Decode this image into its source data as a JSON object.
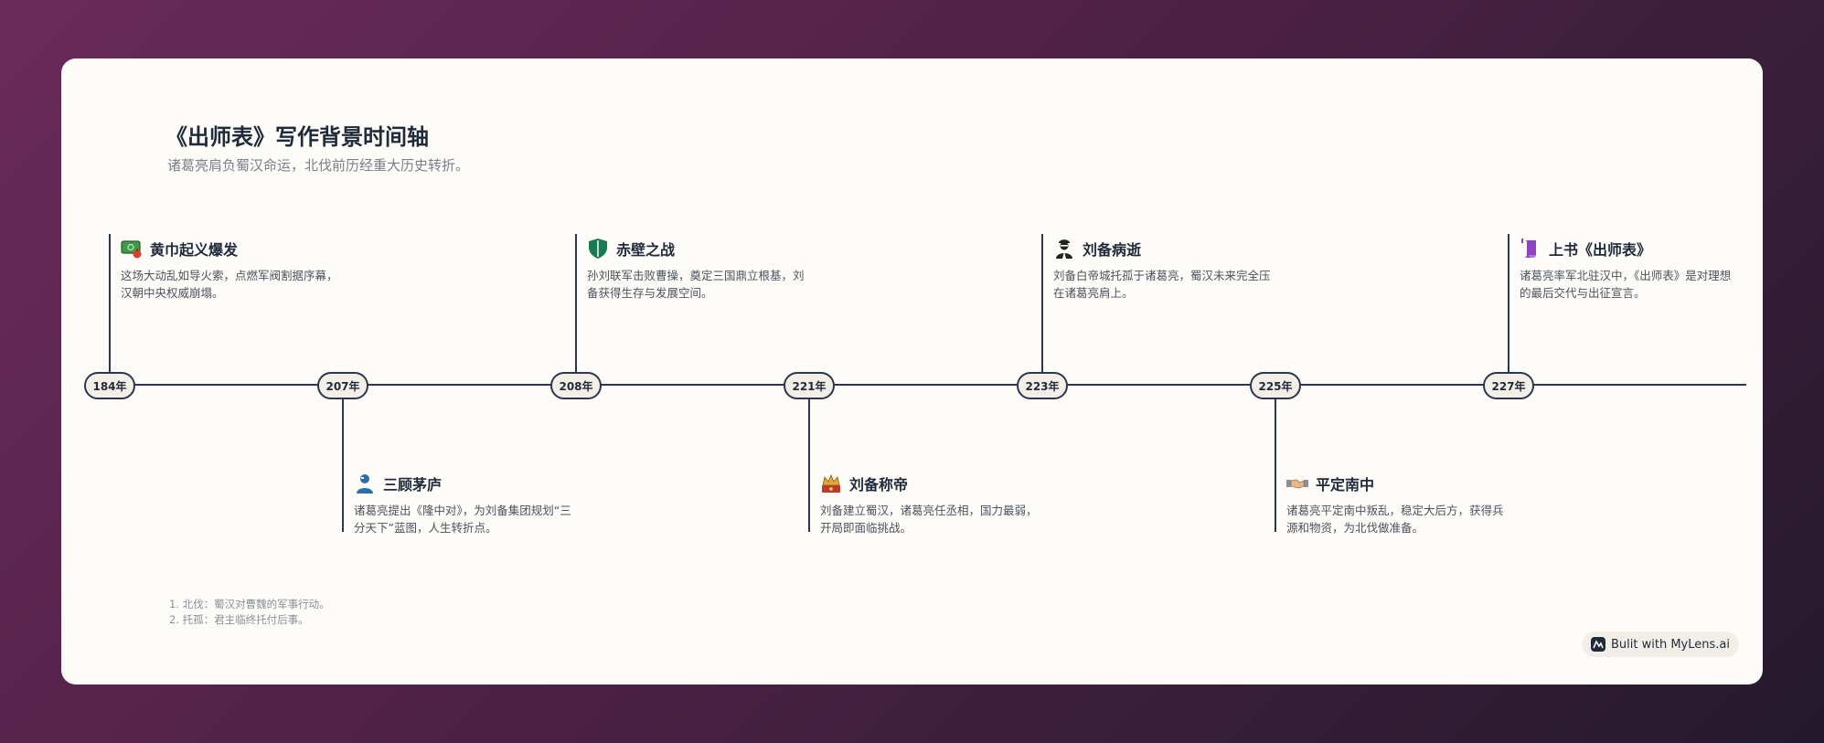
{
  "title": "《出师表》写作背景时间轴",
  "subtitle": "诸葛亮肩负蜀汉命运，北伐前历经重大历史转折。",
  "colors": {
    "line": "#2b3650",
    "card": "#fdfcf8",
    "pill": "#f4efe6"
  },
  "events": [
    {
      "year": "184年",
      "icon": "money-bag-icon",
      "title": "黄巾起义爆发",
      "desc": "这场大动乱如导火索，点燃军阀割据序幕，汉朝中央权威崩塌。"
    },
    {
      "year": "207年",
      "icon": "person-icon",
      "title": "三顾茅庐",
      "desc": "诸葛亮提出《隆中对》，为刘备集团规划“三分天下”蓝图，人生转折点。"
    },
    {
      "year": "208年",
      "icon": "shield-icon",
      "title": "赤壁之战",
      "desc": "孙刘联军击败曹操，奠定三国鼎立根基，刘备获得生存与发展空间。"
    },
    {
      "year": "221年",
      "icon": "crown-icon",
      "title": "刘备称帝",
      "desc": "刘备建立蜀汉，诸葛亮任丞相，国力最弱，开局即面临挑战。"
    },
    {
      "year": "223年",
      "icon": "mourner-icon",
      "title": "刘备病逝",
      "desc": "刘备白帝城托孤于诸葛亮，蜀汉未来完全压在诸葛亮肩上。"
    },
    {
      "year": "225年",
      "icon": "handshake-icon",
      "title": "平定南中",
      "desc": "诸葛亮平定南中叛乱，稳定大后方，获得兵源和物资，为北伐做准备。"
    },
    {
      "year": "227年",
      "icon": "scroll-icon",
      "title": "上书《出师表》",
      "desc": "诸葛亮率军北驻汉中，《出师表》是对理想的最后交代与出征宣言。"
    }
  ],
  "notes": [
    "1. 北伐：蜀汉对曹魏的军事行动。",
    "2. 托孤：君主临终托付后事。"
  ],
  "badge": {
    "label": "Bulit with MyLens.ai",
    "icon": "mylens-logo-icon"
  }
}
